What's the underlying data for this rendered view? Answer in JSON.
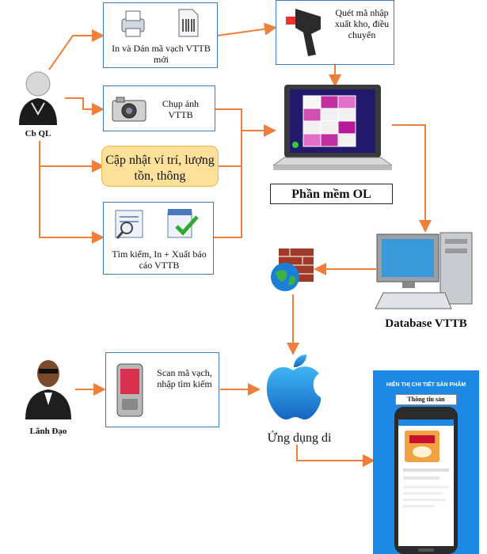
{
  "actors": {
    "manager": "Cb QL",
    "leader": "Lãnh Đạo"
  },
  "boxes": {
    "print": "In và Dán mã vạch VTTB mới",
    "photo": "Chụp ảnh VTTB",
    "update": "Cập nhật ví trí, lượng tồn, thông",
    "search": "Tìm kiếm, In + Xuất báo cáo VTTB",
    "scan_top": "Quét mã nhập xuất kho, điều chuyển",
    "scan_mobile": "Scan mã vạch, nhập tìm kiếm"
  },
  "nodes": {
    "software": "Phần mềm OL",
    "database": "Database VTTB",
    "app": "Ứng dụng di"
  },
  "phone": {
    "banner": "HIỂN THỊ CHI TIẾT SẢN PHẨM",
    "info_label": "Thông tin sản"
  },
  "colors": {
    "arrow": "#f07f3c",
    "box_border": "#3f7fbf",
    "update_fill": "#fde09a",
    "banner": "#1e88e5"
  }
}
